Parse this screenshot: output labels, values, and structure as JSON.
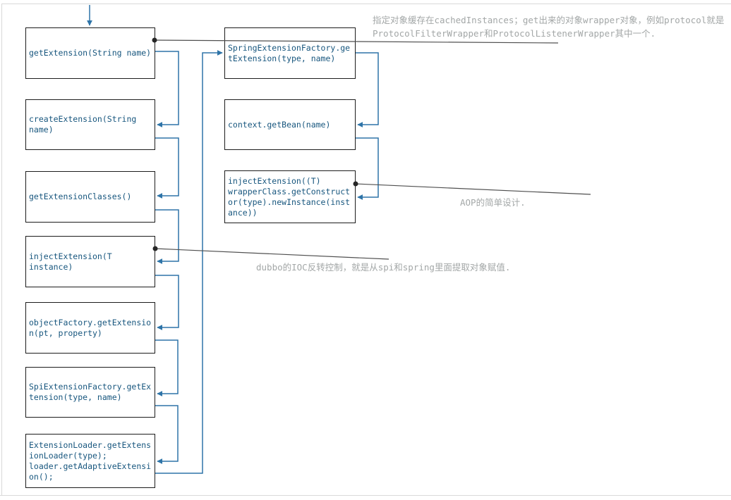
{
  "colors": {
    "background": "#ffffff",
    "page-border": "#d9d9d9",
    "box-border": "#1c1c1c",
    "box-fill": "#ffffff",
    "box-text": "#17567e",
    "connector": "#2e74a8",
    "leader-line": "#4f4f4f",
    "leader-dot": "#262626",
    "annotation-text": "#a3a7a7"
  },
  "diagram": {
    "left_column": [
      {
        "label": "getExtension(String name)"
      },
      {
        "label": "createExtension(String\nname)"
      },
      {
        "label": "getExtensionClasses()"
      },
      {
        "label": "injectExtension(T\ninstance)"
      },
      {
        "label": "objectFactory.getExtensio\nn(pt, property)"
      },
      {
        "label": "SpiExtensionFactory.getEx\ntension(type, name)"
      },
      {
        "label": "ExtensionLoader.getExtens\nionLoader(type);\nloader.getAdaptiveExtensi\non();"
      }
    ],
    "right_column": [
      {
        "label": "SpringExtensionFactory.ge\ntExtension(type, name)"
      },
      {
        "label": "context.getBean(name)"
      },
      {
        "label": "injectExtension((T)\nwrapperClass.getConstruct\nor(type).newInstance(inst\nance))"
      }
    ],
    "annotations": [
      {
        "text": "指定对象缓存在cachedInstances；get出来的对象wrapper对象，例如protocol就是\nProtocolFilterWrapper和ProtocolListenerWrapper其中一个."
      },
      {
        "text": "AOP的简单设计."
      },
      {
        "text": "dubbo的IOC反转控制，就是从spi和spring里面提取对象赋值."
      }
    ]
  }
}
